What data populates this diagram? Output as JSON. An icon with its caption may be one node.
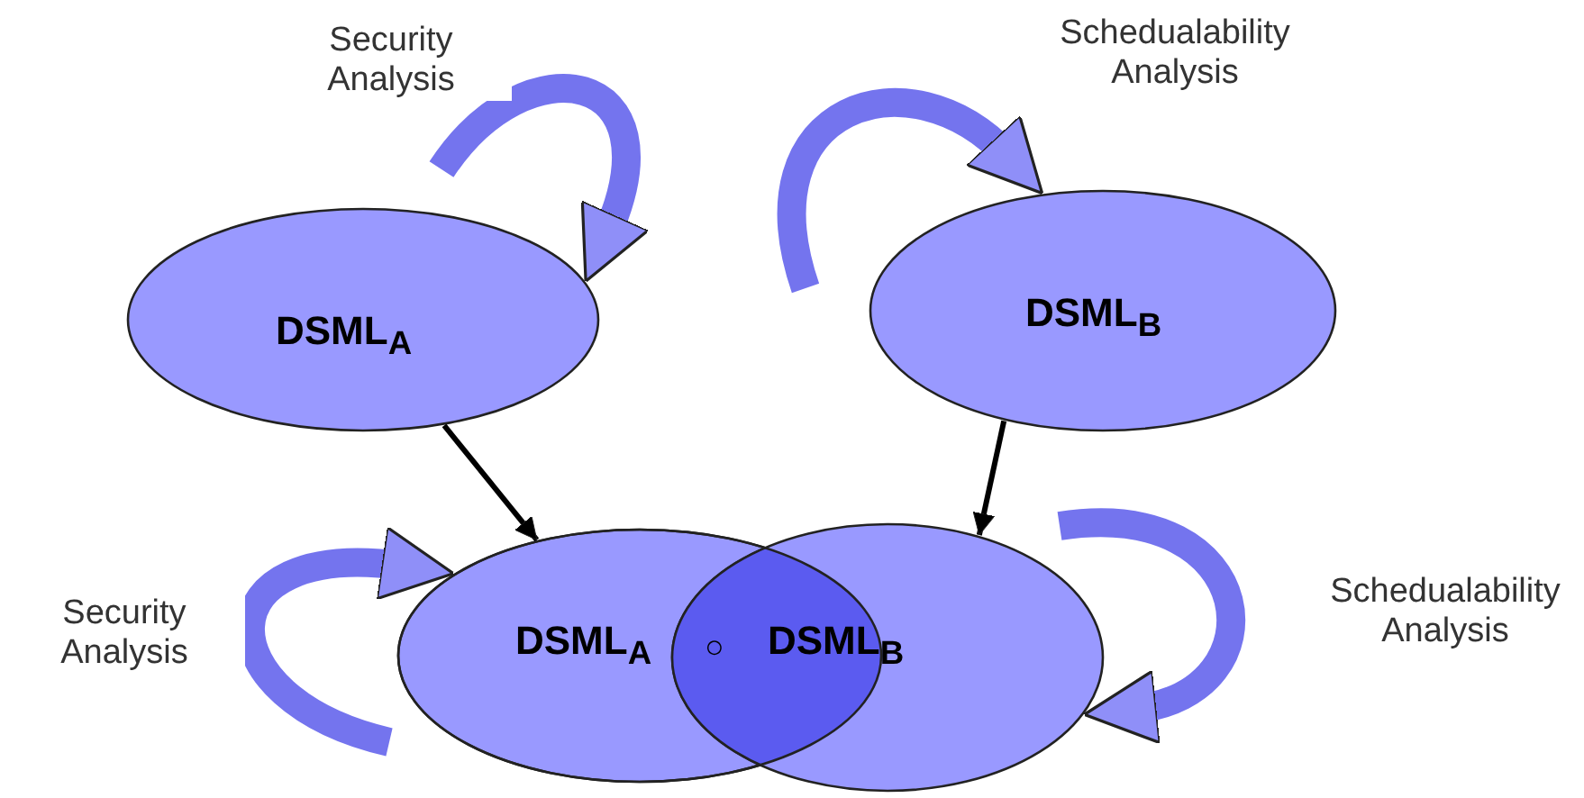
{
  "diagram": {
    "nodes": [
      {
        "text": [
          "DSML$_{A}$"
        ]
      },
      {
        "text": [
          "DSML$_{B}$"
        ]
      },
      {
        "text": [
          "DSML$_{A}$"
        ]
      },
      {
        "text": [
          "DSML$_{B}$"
        ]
      }
    ],
    "edges": [
      {
        "from": null,
        "to": 0,
        "arrow": "to",
        "label": "Security Analysis"
      },
      {
        "from": null,
        "to": 1,
        "arrow": "to",
        "label": "Schedualability Analysis"
      },
      {
        "from": 0,
        "to": 2,
        "arrow": "to",
        "color": "#000000"
      },
      {
        "from": 1,
        "to": 3,
        "arrow": "to",
        "color": "#000000"
      },
      {
        "from": null,
        "to": 2,
        "arrow": "to",
        "label": "Security Analysis"
      },
      {
        "from": null,
        "to": 3,
        "arrow": "to",
        "label": "Schedualability Analysis"
      }
    ],
    "labels": [
      "○"
    ]
  }
}
